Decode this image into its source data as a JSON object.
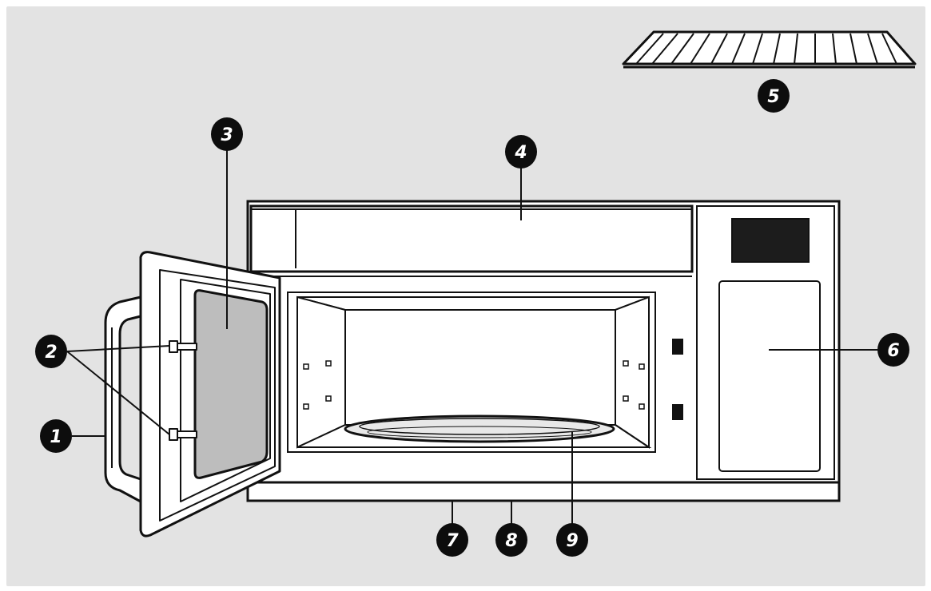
{
  "colors": {
    "page": "#ffffff",
    "panel": "#e3e3e3",
    "line": "#111111",
    "white": "#ffffff",
    "glass": "#bdbdbd",
    "display": "#1c1c1c",
    "callout_fill": "#0d0d0d",
    "callout_text": "#ffffff"
  },
  "callouts": [
    {
      "id": "1",
      "label": "1"
    },
    {
      "id": "2",
      "label": "2"
    },
    {
      "id": "3",
      "label": "3"
    },
    {
      "id": "4",
      "label": "4"
    },
    {
      "id": "5",
      "label": "5"
    },
    {
      "id": "6",
      "label": "6"
    },
    {
      "id": "7",
      "label": "7"
    },
    {
      "id": "8",
      "label": "8"
    },
    {
      "id": "9",
      "label": "9"
    }
  ]
}
